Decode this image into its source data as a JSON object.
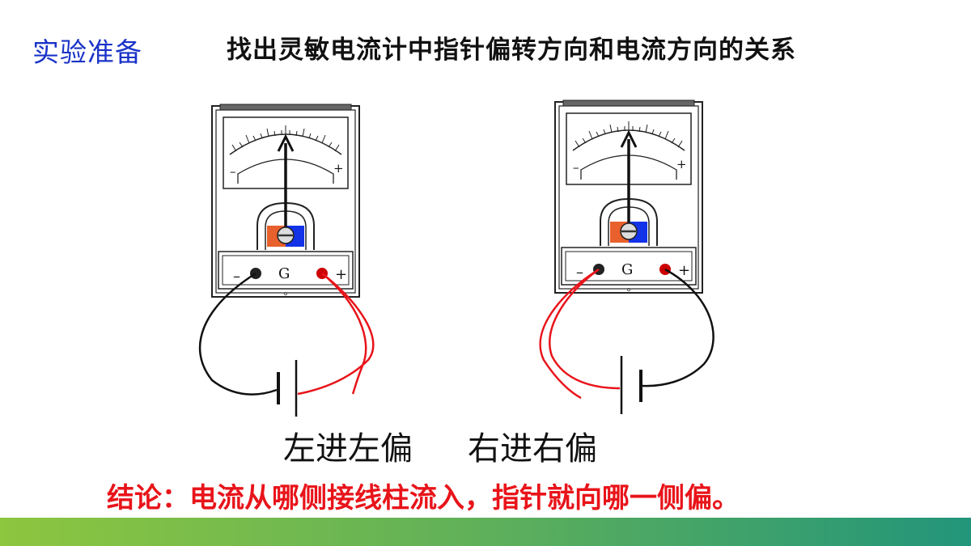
{
  "header": {
    "section_label": "实验准备",
    "title": "找出灵敏电流计中指针偏转方向和电流方向的关系"
  },
  "meters": [
    {
      "minus_sign": "–",
      "plus_sign": "+",
      "letter": "G",
      "terminal_minus": "–",
      "terminal_plus": "+",
      "current_in": "right"
    },
    {
      "minus_sign": "–",
      "plus_sign": "+",
      "letter": "G",
      "terminal_minus": "–",
      "terminal_plus": "+",
      "current_in": "left"
    }
  ],
  "captions": {
    "left": "左进左偏",
    "right": "右进右偏"
  },
  "conclusion": "结论：电流从哪侧接线柱流入，指针就向哪一侧偏。",
  "colors": {
    "section_label": "#1a33c8",
    "conclusion": "#e8141a",
    "red_wire": "#e8141a",
    "black_wire": "#111111",
    "magnet_orange": "#e8602c",
    "magnet_blue": "#1233e8"
  }
}
